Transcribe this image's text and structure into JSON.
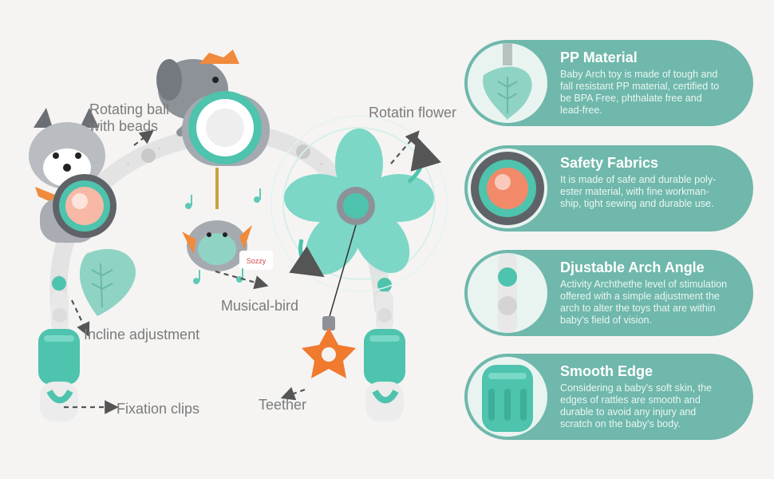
{
  "callouts": {
    "rotating_ball": "Rotating ball\nwith beads",
    "rotatin_flower": "Rotatin flower",
    "musical_bird": "Musical-bird",
    "incline_adjustment": "Incline adjustment",
    "teether": "Teether",
    "fixation_clips": "Fixation clips",
    "bird_tag": "Sozzy"
  },
  "features": [
    {
      "title": "PP Material",
      "body": "Baby Arch toy is made of tough and\nfall resistant PP material, certified to\nbe BPA Free, phthalate free and\nlead-free.",
      "thumb": "leaf-teether-icon"
    },
    {
      "title": "Safety Fabrics",
      "body": "It is made of safe and durable poly-\nester material, with fine workman-\nship, tight sewing and durable use.",
      "thumb": "rotating-ball-icon"
    },
    {
      "title": "Djustable Arch Angle",
      "body": "Activity Archthethe level of stimulation\noffered with a simple adjustment the\narch to alter the toys that are within\nbaby's field of vision.",
      "thumb": "arch-joint-icon"
    },
    {
      "title": "Smooth Edge",
      "body": "Considering a baby's soft skin, the\nedges of rattles are smooth and\ndurable to avoid any injury and\nscratch on the baby's body.",
      "thumb": "clip-base-icon"
    }
  ],
  "colors": {
    "card": "#6fb8ab",
    "accent_teal": "#5fc9b6",
    "callout_text": "#7b7b7b",
    "teether_orange": "#f07a2e"
  }
}
